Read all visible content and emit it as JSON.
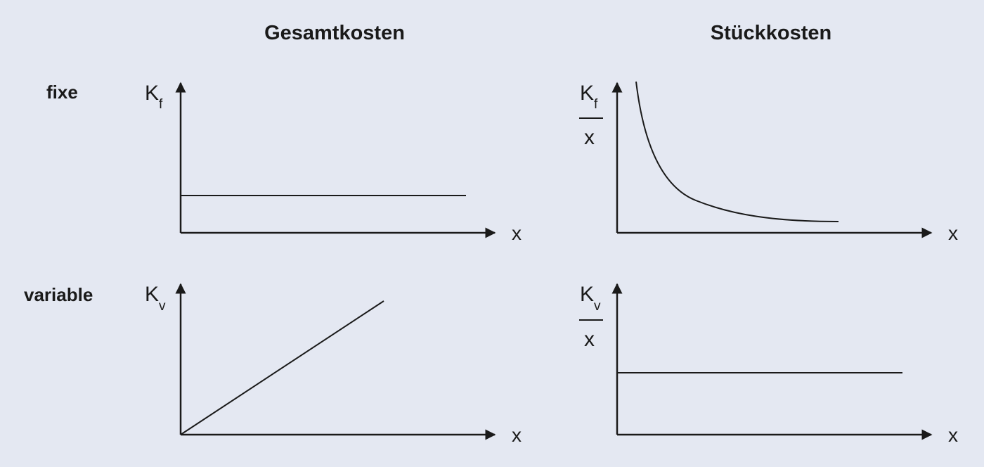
{
  "columns": {
    "total": "Gesamtkosten",
    "unit": "Stückkosten"
  },
  "rows": {
    "fixed": "fixe",
    "variable": "variable"
  },
  "axes": {
    "fixed_total_y": {
      "main": "K",
      "sub": "f"
    },
    "variable_total_y": {
      "main": "K",
      "sub": "v"
    },
    "fixed_unit_y": {
      "main": "K",
      "sub": "f",
      "denominator": "x"
    },
    "variable_unit_y": {
      "main": "K",
      "sub": "v",
      "denominator": "x"
    },
    "x_label": "x"
  }
}
